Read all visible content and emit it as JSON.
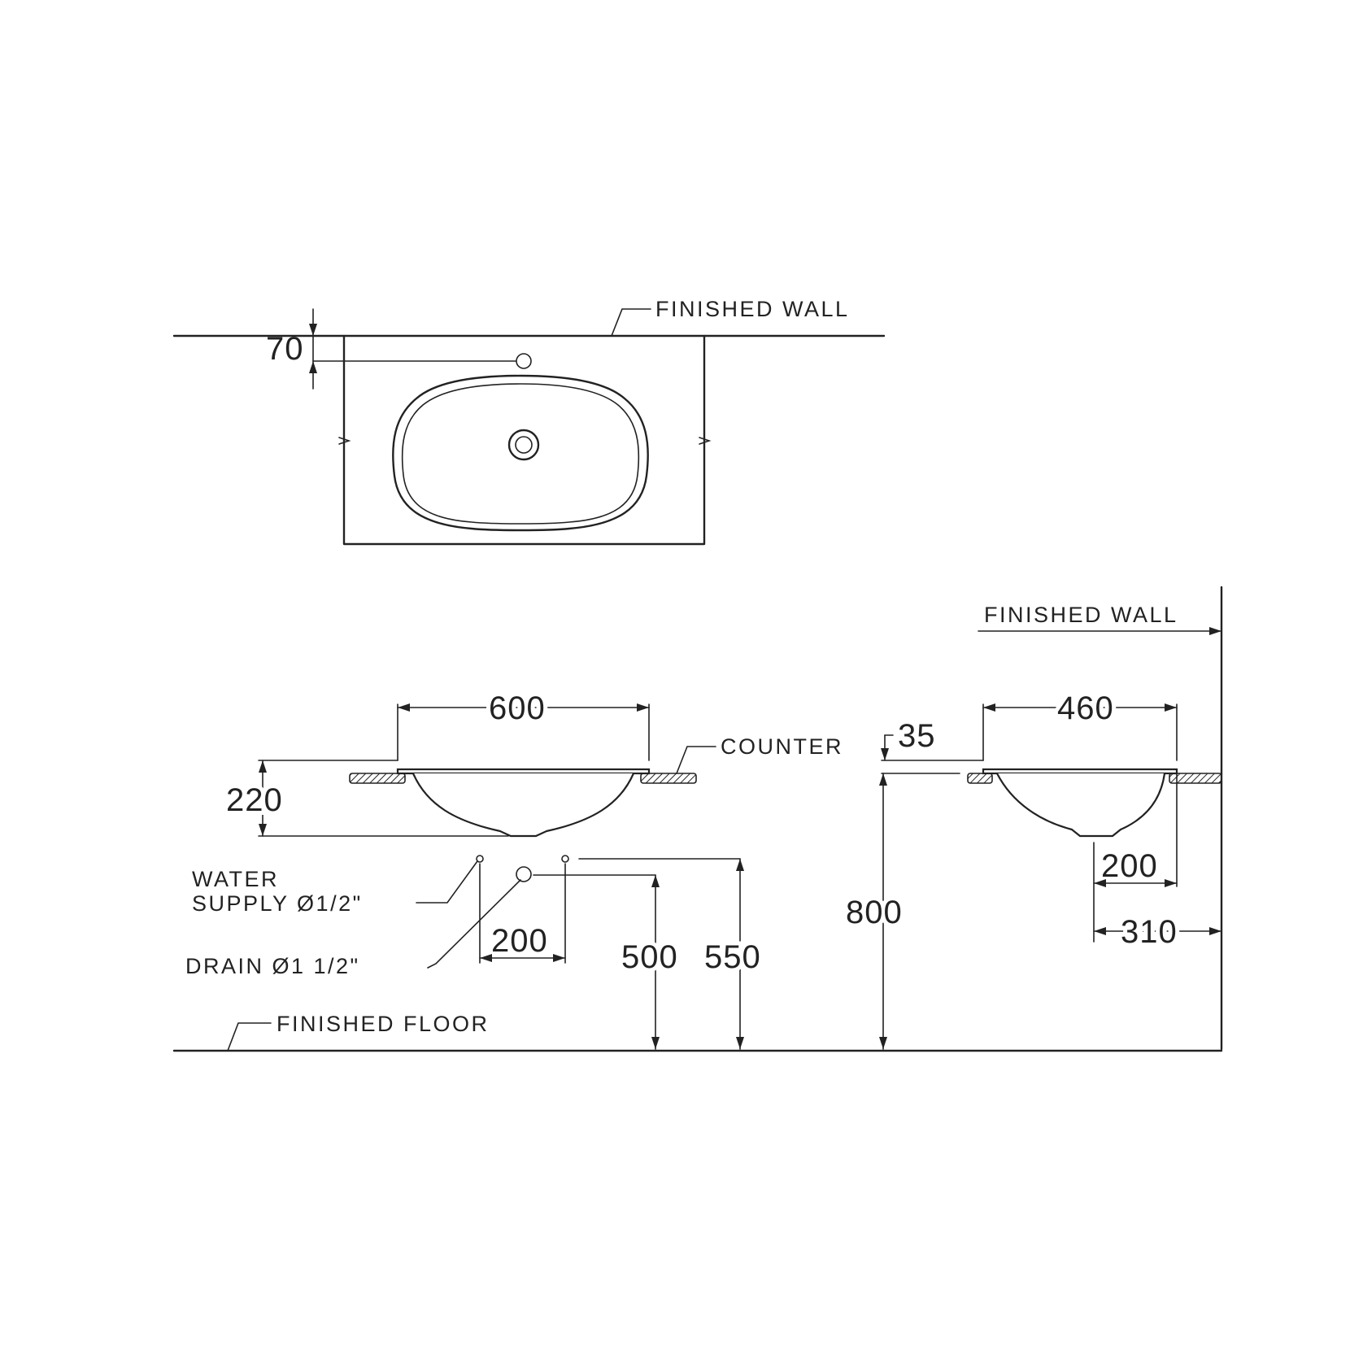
{
  "labels": {
    "finished_wall_top": "FINISHED WALL",
    "finished_wall_side": "FINISHED WALL",
    "counter": "COUNTER",
    "water_supply_line1": "WATER",
    "water_supply_line2": "SUPPLY Ø1/2\"",
    "drain": "DRAIN Ø1 1/2\"",
    "finished_floor": "FINISHED FLOOR"
  },
  "dimensions": {
    "d70": "70",
    "d600": "600",
    "d220": "220",
    "d200_front": "200",
    "d500": "500",
    "d550": "550",
    "d35": "35",
    "d460": "460",
    "d800": "800",
    "d200_side": "200",
    "d310": "310"
  }
}
